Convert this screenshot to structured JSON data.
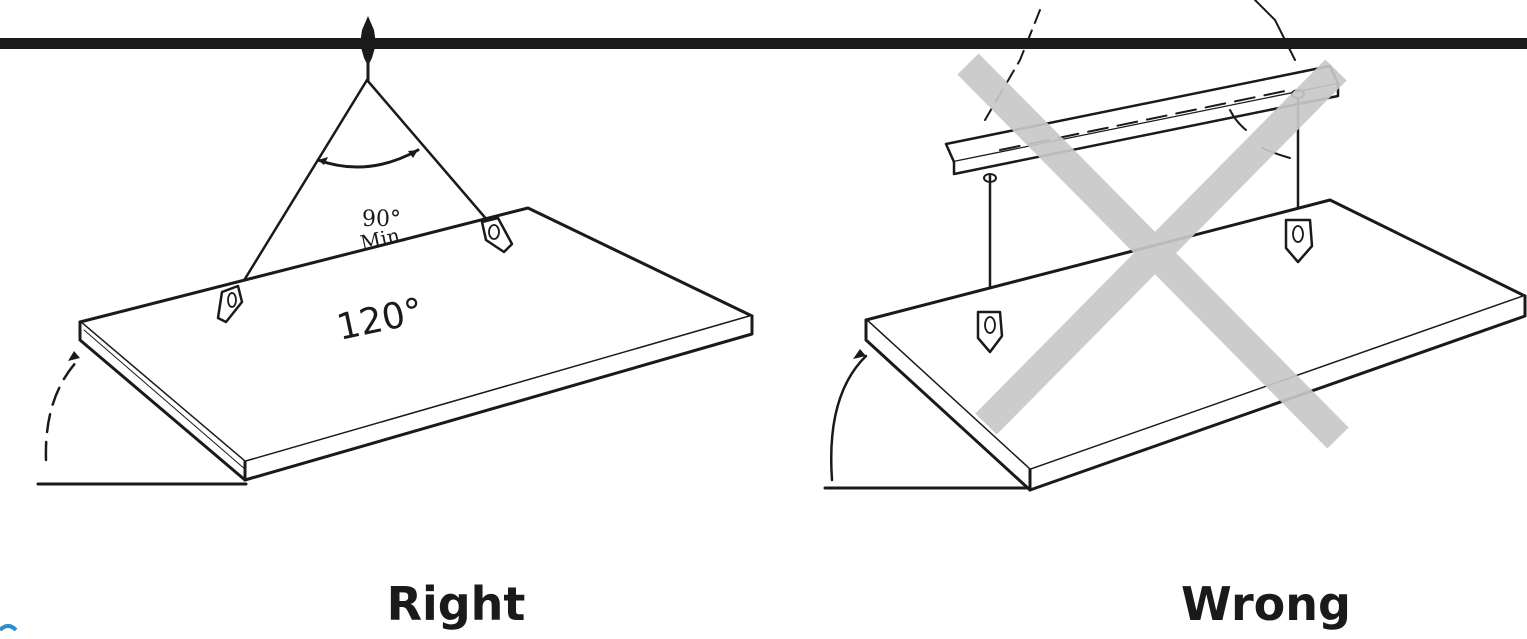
{
  "left_panel": {
    "angle_label_top": "90°",
    "angle_label_bottom": "Min.",
    "plate_angle_label": "120°",
    "caption": "Right"
  },
  "right_panel": {
    "caption": "Wrong"
  },
  "colors": {
    "line": "#1a1a1a",
    "cross": "#c8c8c8",
    "accent": "#2a8fd0"
  }
}
